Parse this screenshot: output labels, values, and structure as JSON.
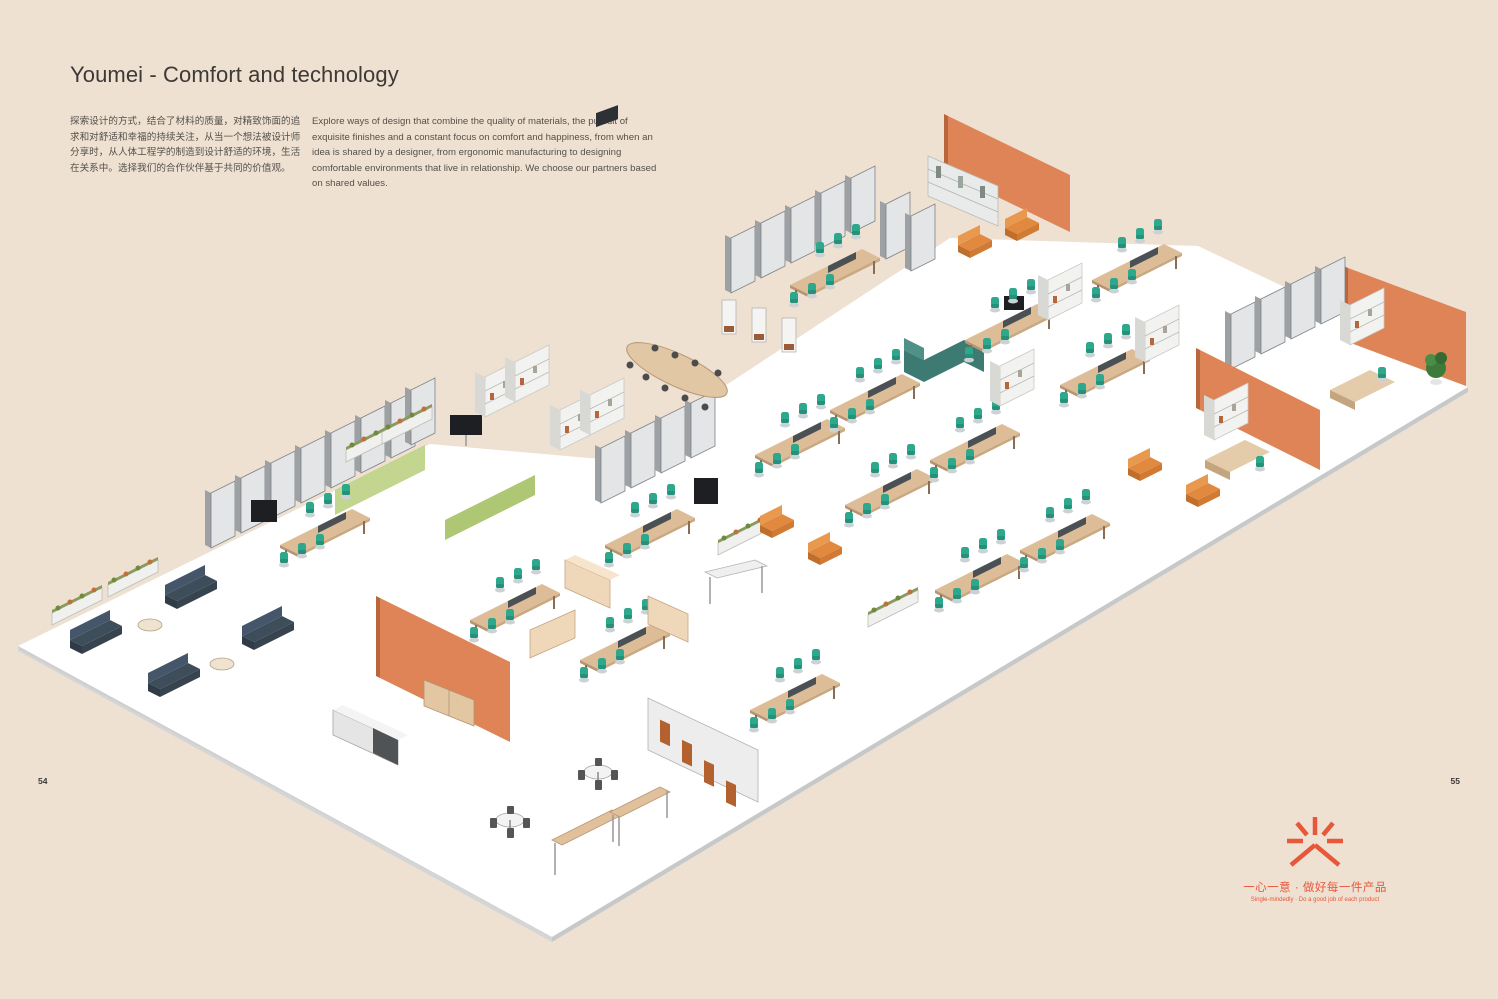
{
  "title": "Youmei - Comfort and technology",
  "intro_cn": "探索设计的方式，结合了材料的质量，对精致饰面的追求和对舒适和幸福的持续关注，从当一个想法被设计师分享时，从人体工程学的制造到设计舒适的环境，生活在关系中。选择我们的合作伙伴基于共同的价值观。",
  "intro_en": "Explore ways of design that combine the quality of materials, the pursuit of exquisite finishes and a constant focus on comfort and happiness, from when an idea is shared by a designer, from ergonomic manufacturing to designing comfortable environments that live in relationship. We choose our partners based on shared values.",
  "page_left": "54",
  "page_right": "55",
  "slogan_cn": "一心一意 · 做好每一件产品",
  "slogan_en": "Single-mindedly · Do a good job of each product",
  "colors": {
    "background": "#eee1d2",
    "floor": "#ffffff",
    "accent_orange": "#e0895a",
    "chair_teal": "#2ea88c",
    "desk_wood": "#d9b893",
    "sofa_slate": "#3e4d5a",
    "brand_red": "#e8573a"
  },
  "icons": {
    "logo": "sun-burst-logo-icon"
  }
}
